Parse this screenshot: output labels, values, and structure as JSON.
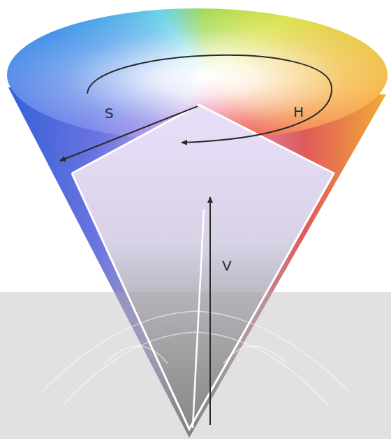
{
  "diagram": {
    "labels": [
      "S",
      "H",
      "V"
    ]
  }
}
